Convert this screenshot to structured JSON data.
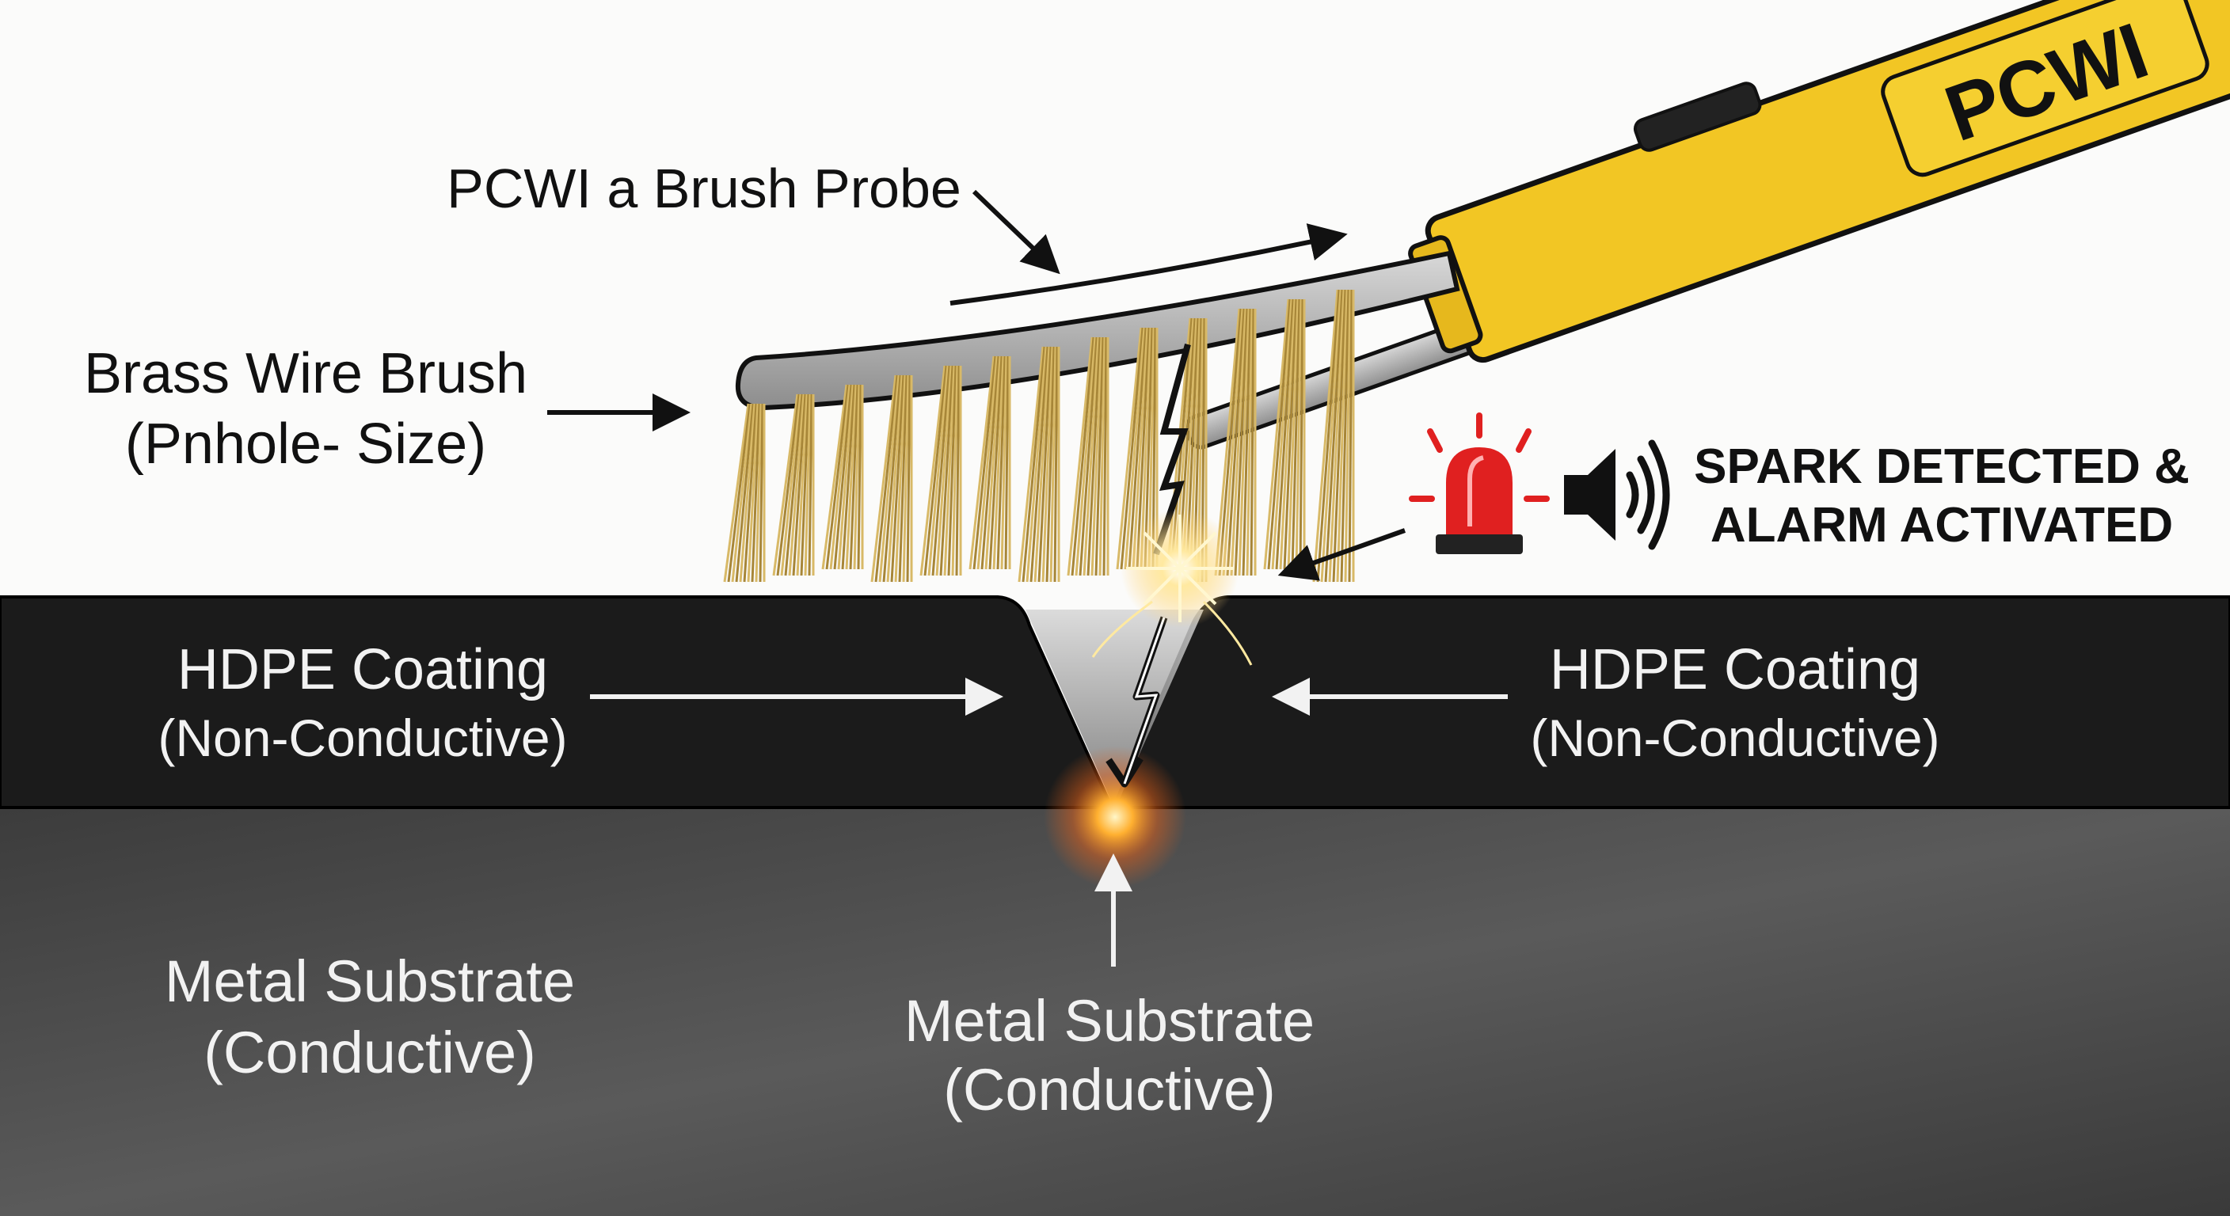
{
  "labels": {
    "probe": "PCWI a Brush Probe",
    "brush_line1": "Brass Wire Brush",
    "brush_line2": "(Pnhole- Size)",
    "coating_left_line1": "HDPE Coating",
    "coating_left_line2": "(Non-Conductive)",
    "coating_right_line1": "HDPE Coating",
    "coating_right_line2": "(Non-Conductive)",
    "substrate_left_line1": "Metal Substrate",
    "substrate_left_line2": "(Conductive)",
    "substrate_center_line1": "Metal Substrate",
    "substrate_center_line2": "(Conductive)",
    "alarm_line1": "SPARK DETECTED &",
    "alarm_line2": "ALARM ACTIVATED",
    "tool_brand": "PCWI"
  },
  "icons": [
    "siren-icon",
    "speaker-sound-icon",
    "lightning-bolt-icon",
    "spark-icon"
  ],
  "colors": {
    "tool_yellow": "#f2c624",
    "coating": "#1b1b1b",
    "substrate": "#4a4a4a",
    "brass": "#c9a85a",
    "siren_red": "#e02020",
    "spark": "#ffd27a"
  }
}
